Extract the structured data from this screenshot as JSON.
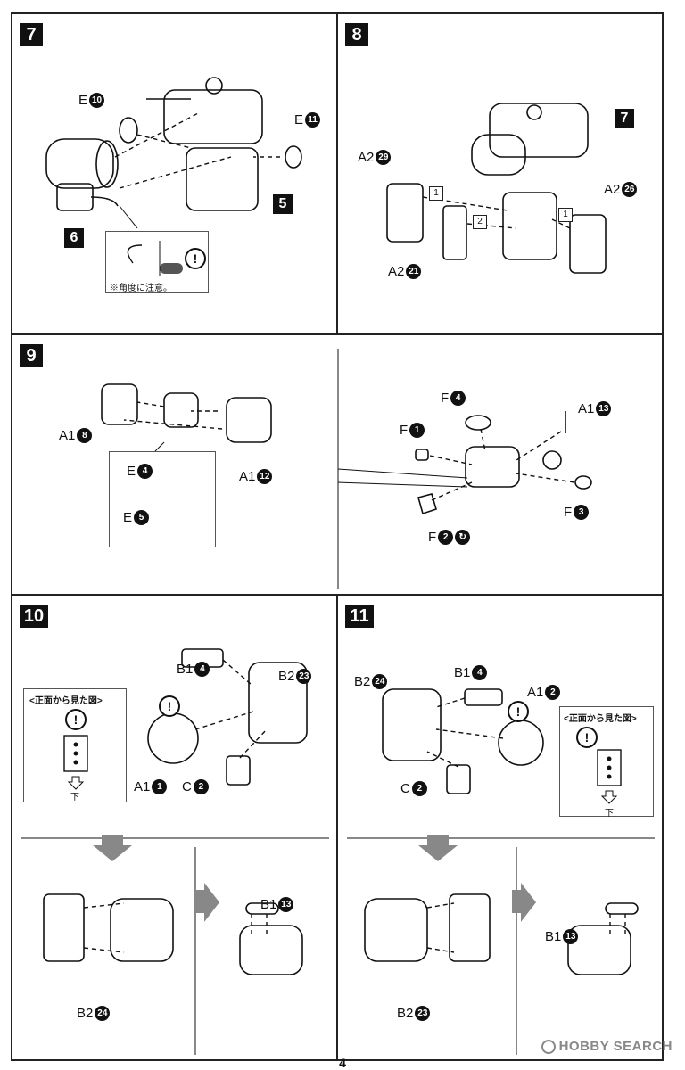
{
  "steps": {
    "s7": {
      "num": "7",
      "parts": {
        "e10": "E",
        "e10n": "10",
        "e11": "E",
        "e11n": "11"
      },
      "ref5": "5",
      "ref6": "6",
      "note": "※角度に注意。"
    },
    "s8": {
      "num": "8",
      "ref7": "7",
      "a2_29": "A2",
      "a2_29n": "29",
      "a2_26": "A2",
      "a2_26n": "26",
      "a2_21": "A2",
      "a2_21n": "21",
      "b1": "1",
      "b2": "2",
      "b3": "1"
    },
    "s9": {
      "num": "9",
      "a1_8": "A1",
      "a1_8n": "8",
      "a1_12": "A1",
      "a1_12n": "12",
      "e4": "E",
      "e4n": "4",
      "e5": "E",
      "e5n": "5",
      "f4": "F",
      "f4n": "4",
      "f1": "F",
      "f1n": "1",
      "a1_13": "A1",
      "a1_13n": "13",
      "f3": "F",
      "f3n": "3",
      "f2": "F",
      "f2n": "2"
    },
    "s10": {
      "num": "10",
      "b1_4": "B1",
      "b1_4n": "4",
      "b2_23": "B2",
      "b2_23n": "23",
      "a1_1": "A1",
      "a1_1n": "1",
      "c2": "C",
      "c2n": "2",
      "front": "<正面から見た図>",
      "down": "下",
      "b2_24": "B2",
      "b2_24n": "24",
      "b1_13": "B1",
      "b1_13n": "13"
    },
    "s11": {
      "num": "11",
      "b2_24": "B2",
      "b2_24n": "24",
      "b1_4": "B1",
      "b1_4n": "4",
      "a1_2": "A1",
      "a1_2n": "2",
      "c2": "C",
      "c2n": "2",
      "front": "<正面から見た図>",
      "down": "下",
      "b2_23": "B2",
      "b2_23n": "23",
      "b1_13": "B1",
      "b1_13n": "13"
    }
  },
  "warning_mark": "!",
  "page_number": "4",
  "watermark": "HOBBY SEARCH",
  "colors": {
    "ink": "#111111",
    "arrow_gray": "#888888"
  }
}
